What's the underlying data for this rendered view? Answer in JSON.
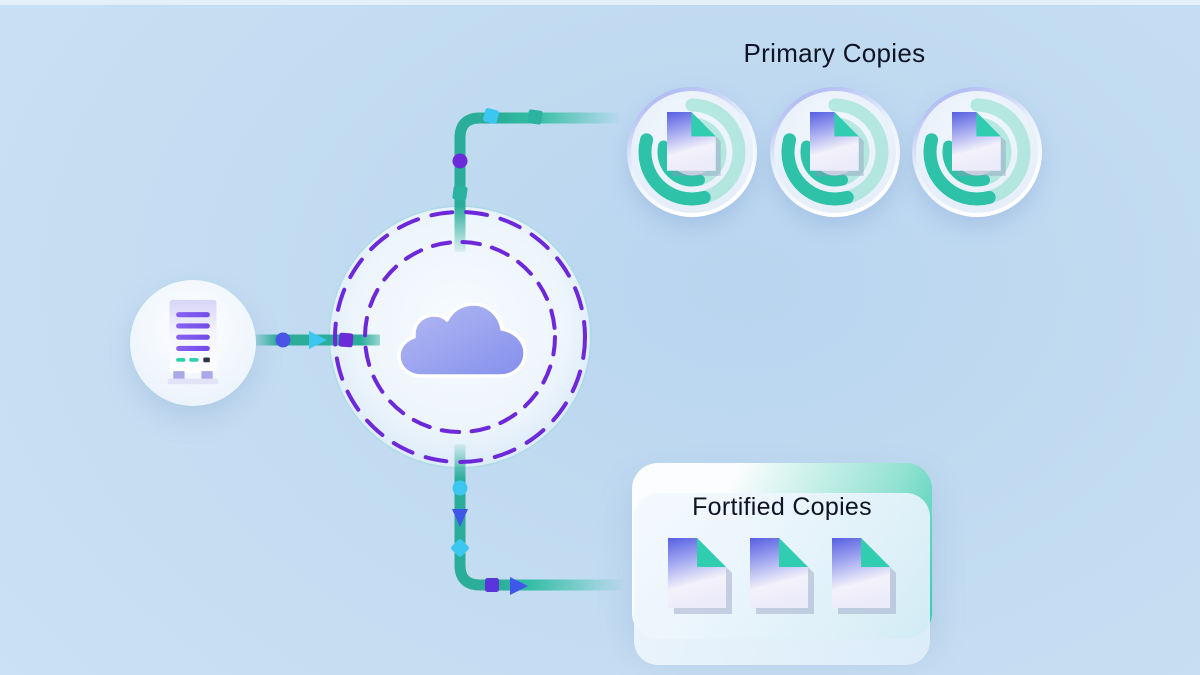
{
  "diagram": {
    "primary": {
      "title": "Primary Copies",
      "count": 3
    },
    "fortified": {
      "title": "Fortified Copies",
      "count": 3
    },
    "nodes": {
      "source": "server",
      "hub": "cloud"
    },
    "icons": {
      "source": "server-tower-icon",
      "hub": "cloud-icon",
      "primary_copy": "document-ring-badge-icon",
      "fortified_copy": "document-icon"
    },
    "colors": {
      "background": "#c9dff2",
      "connector_teal": "#2bae99",
      "dashed_ring_purple": "#6d28d9",
      "marker_indigo": "#4a55e6",
      "marker_cyan": "#3cc7f1",
      "marker_teal": "#2ab3a0",
      "marker_violet": "#6c2bd9",
      "doc_fold_teal": "#30cdb1",
      "doc_body_indigo": "#575fe2",
      "text": "#0f1424"
    }
  }
}
